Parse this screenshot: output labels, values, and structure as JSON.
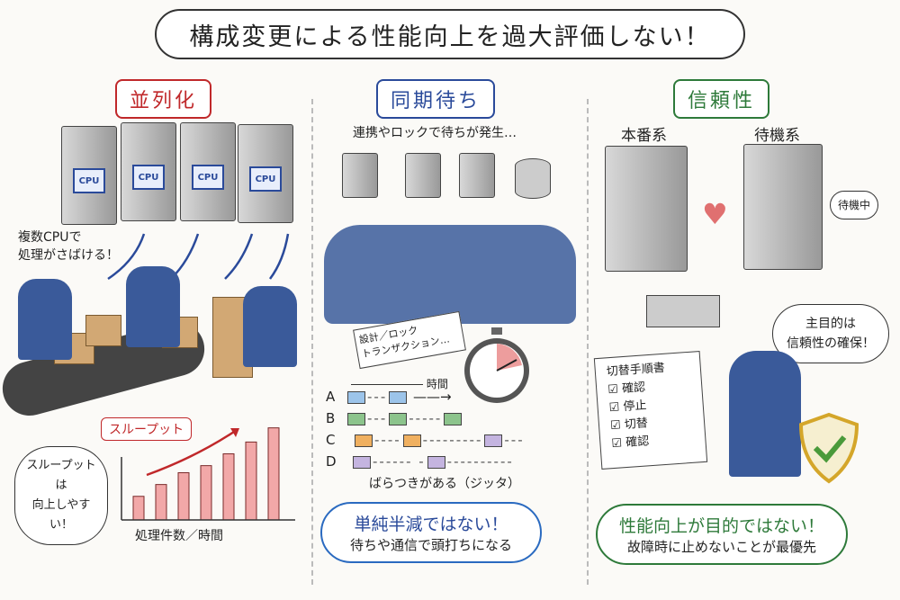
{
  "title": "構成変更による性能向上を過大評価しない！",
  "sections": {
    "parallel": {
      "heading": "並列化",
      "color": "#c0282a",
      "cpu_label": "CPU",
      "caption": "複数CPUで\n処理がさばける！",
      "throughput_label": "スループット",
      "bubble": "スループットは\n向上しやすい！",
      "axis_label": "処理件数／時間",
      "chart_data": {
        "type": "bar",
        "values": [
          1.0,
          1.5,
          2.0,
          2.3,
          2.8,
          3.3,
          3.9
        ],
        "trend": "increasing",
        "xlabel": "処理件数／時間",
        "title": "スループット"
      }
    },
    "sync": {
      "heading": "同期待ち",
      "color": "#2a4a9a",
      "caption": "連携やロックで待ちが発生…",
      "doc_text": "設計／ロック\nトランザクション…",
      "time_label": "時間",
      "rows": [
        {
          "label": "A",
          "color": "#9cc4ea"
        },
        {
          "label": "B",
          "color": "#8cc48c"
        },
        {
          "label": "C",
          "color": "#f0b060"
        },
        {
          "label": "D",
          "color": "#c4b4e0"
        }
      ],
      "jitter_caption": "ばらつきがある（ジッタ）",
      "cloud_main": "単純半減ではない！",
      "cloud_sub": "待ちや通信で頭打ちになる"
    },
    "reliability": {
      "heading": "信頼性",
      "color": "#2e7a3a",
      "primary_label": "本番系",
      "standby_label": "待機系",
      "standby_bubble": "待機中",
      "speech": "主目的は\n信頼性の確保！",
      "manual_title": "切替手順書",
      "checklist": [
        "確認",
        "停止",
        "切替",
        "確認"
      ],
      "cloud_main": "性能向上が目的ではない！",
      "cloud_sub": "故障時に止めないことが最優先"
    }
  }
}
